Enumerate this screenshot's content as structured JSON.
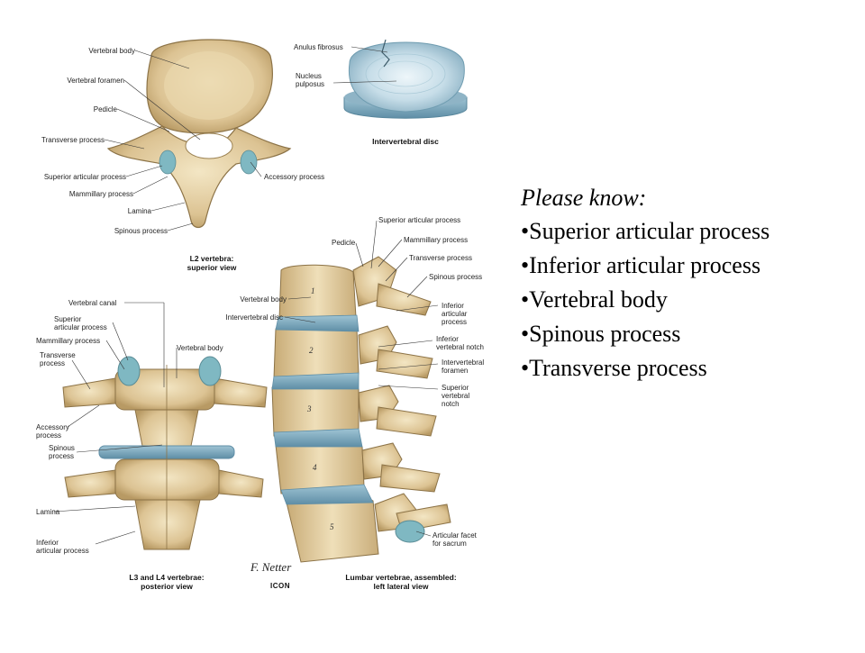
{
  "slide": {
    "heading": "Please know:",
    "bullets": [
      "•Superior articular process",
      "•Inferior articular process",
      "•Vertebral body",
      "•Spinous process",
      "•Transverse process"
    ]
  },
  "figure": {
    "signature": "F. Netter",
    "publisher_mark": "ICON",
    "captions": {
      "superior_view": "L2 vertebra:\nsuperior view",
      "disc": "Intervertebral disc",
      "posterior_view": "L3 and L4 vertebrae:\nposterior view",
      "lateral_view": "Lumbar vertebrae, assembled:\nleft lateral view"
    },
    "superior_labels": {
      "vertebral_body": "Vertebral body",
      "vertebral_foramen": "Vertebral foramen",
      "pedicle": "Pedicle",
      "transverse_process": "Transverse process",
      "superior_articular_process": "Superior articular process",
      "mammillary_process": "Mammillary process",
      "lamina": "Lamina",
      "spinous_process": "Spinous process",
      "accessory_process": "Accessory process"
    },
    "disc_labels": {
      "anulus": "Anulus fibrosus",
      "nucleus": "Nucleus\npulposus"
    },
    "posterior_labels": {
      "vertebral_canal": "Vertebral canal",
      "superior_articular_process": "Superior\narticular process",
      "mammillary_process": "Mammillary process",
      "transverse_process": "Transverse\nprocess",
      "vertebral_body": "Vertebral body",
      "accessory_process": "Accessory\nprocess",
      "spinous_process": "Spinous\nprocess",
      "lamina": "Lamina",
      "inferior_articular_process": "Inferior\narticular process"
    },
    "lateral_labels": {
      "superior_articular_process": "Superior articular process",
      "pedicle": "Pedicle",
      "mammillary_process": "Mammillary process",
      "transverse_process": "Transverse process",
      "spinous_process": "Spinous process",
      "vertebral_body": "Vertebral body",
      "intervertebral_disc": "Intervertebral disc",
      "inferior_articular_process": "Inferior\narticular\nprocess",
      "inferior_vertebral_notch": "Inferior\nvertebral notch",
      "intervertebral_foramen": "Intervertebral\nforamen",
      "superior_vertebral_notch": "Superior\nvertebral\nnotch",
      "articular_facet": "Articular facet\nfor sacrum"
    },
    "vertebra_numbers": [
      "1",
      "2",
      "3",
      "4",
      "5"
    ]
  }
}
